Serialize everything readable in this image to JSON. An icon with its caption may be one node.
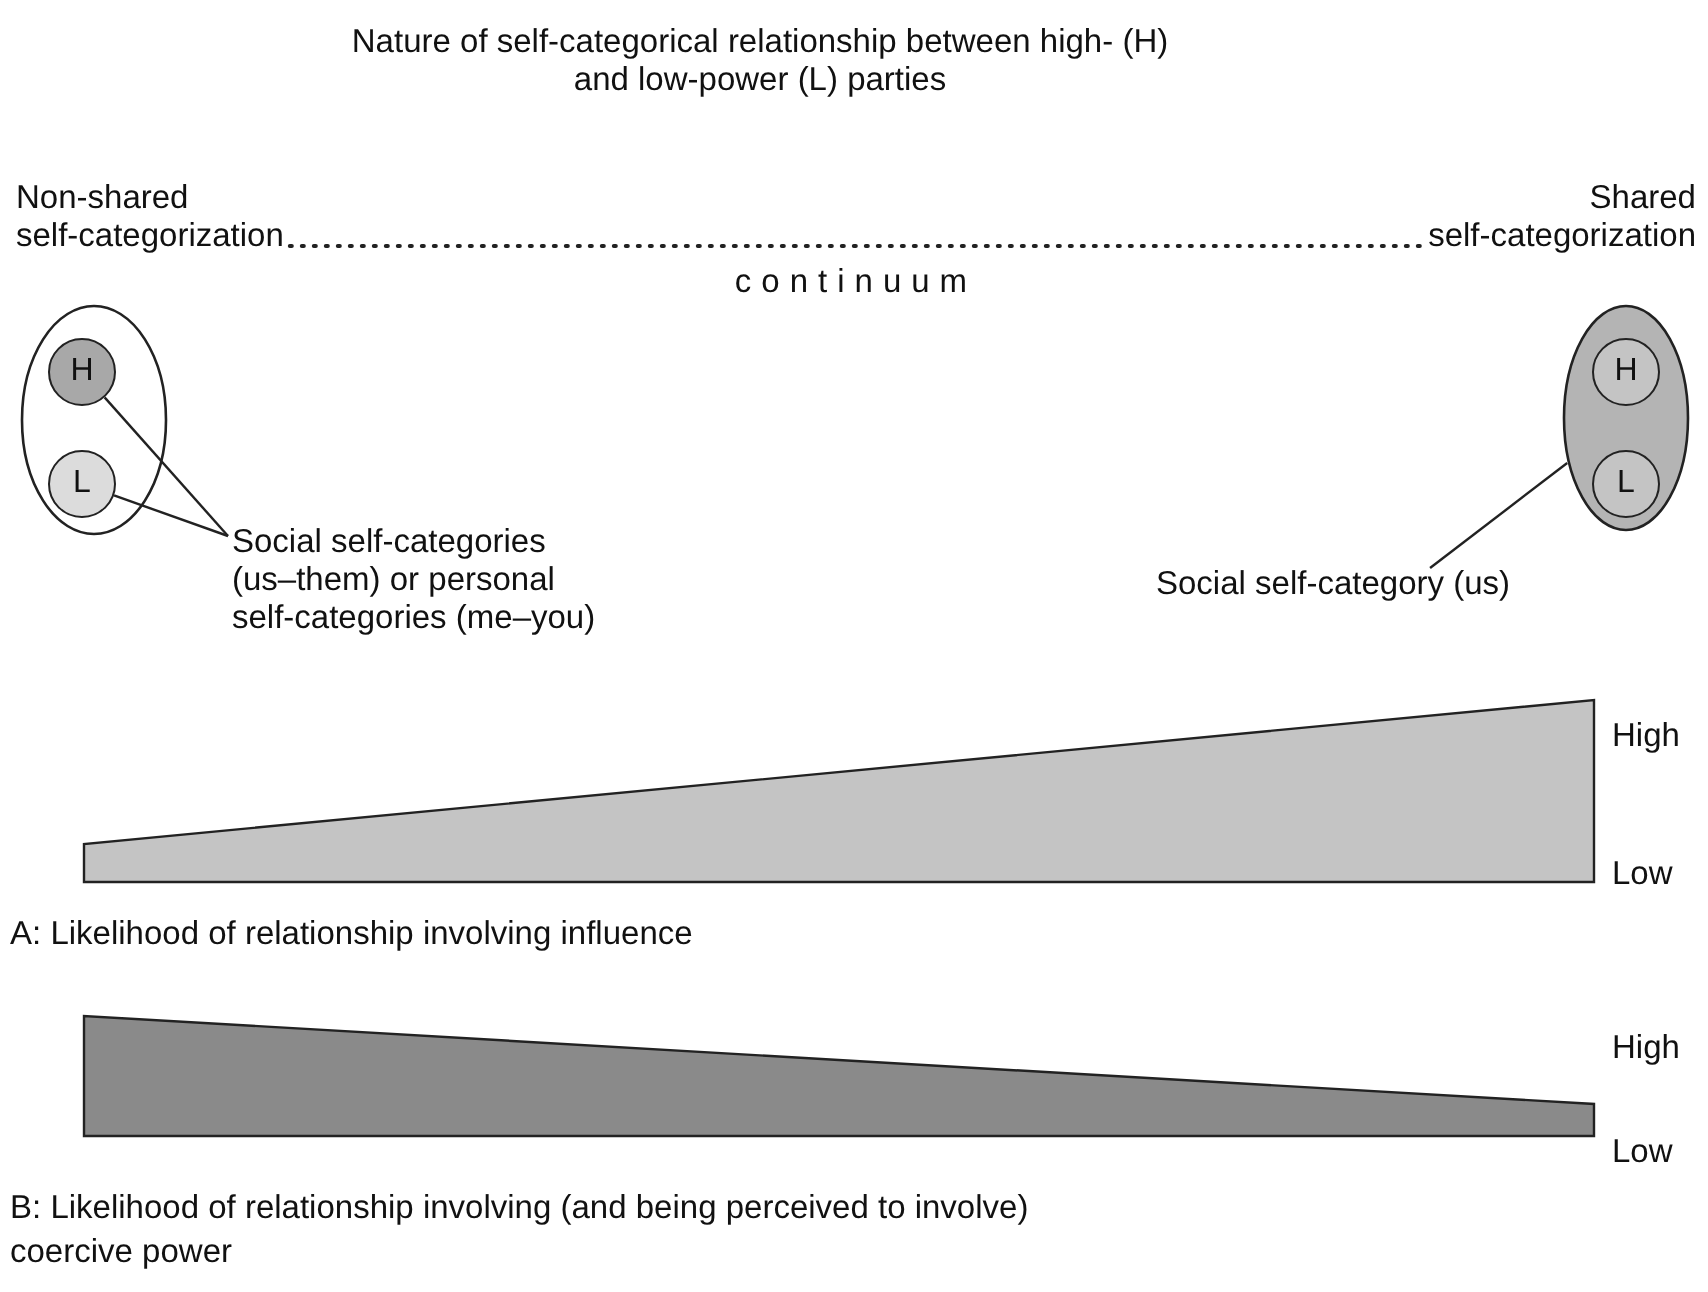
{
  "diagram": {
    "title": "Nature of self-categorical relationship between high- (H) and low-power (L) parties",
    "nodes": [
      {
        "text": [
          "Non-shared self-categorization"
        ]
      },
      {
        "text": [
          "Shared self-categorization"
        ]
      },
      {
        "text": [],
        "shape": "ellipse"
      },
      {
        "text": [
          "H"
        ],
        "in": 2
      },
      {
        "text": [
          "L"
        ],
        "in": 2
      },
      {
        "text": [
          "Social self-categories (us–them) or personal self-categories (me–you)"
        ]
      },
      {
        "text": [],
        "shape": "ellipse"
      },
      {
        "text": [
          "H"
        ],
        "in": 6
      },
      {
        "text": [
          "L"
        ],
        "in": 6
      },
      {
        "text": [
          "Social self-category (us)"
        ]
      },
      {
        "text": [],
        "shape": "wedge"
      },
      {
        "text": [],
        "shape": "wedge"
      }
    ],
    "edges": [
      {
        "from": 0,
        "to": 1,
        "arrow": "none",
        "label": "continuum",
        "style": "dashed"
      },
      {
        "from": 5,
        "to": 3,
        "arrow": "none"
      },
      {
        "from": 5,
        "to": 4,
        "arrow": "none"
      },
      {
        "from": 9,
        "to": 6,
        "arrow": "none"
      }
    ],
    "labels": [
      "High",
      "Low",
      "A: Likelihood of relationship involving influence",
      "High",
      "Low",
      "B: Likelihood of relationship involving (and being perceived to involve) coercive power"
    ]
  }
}
